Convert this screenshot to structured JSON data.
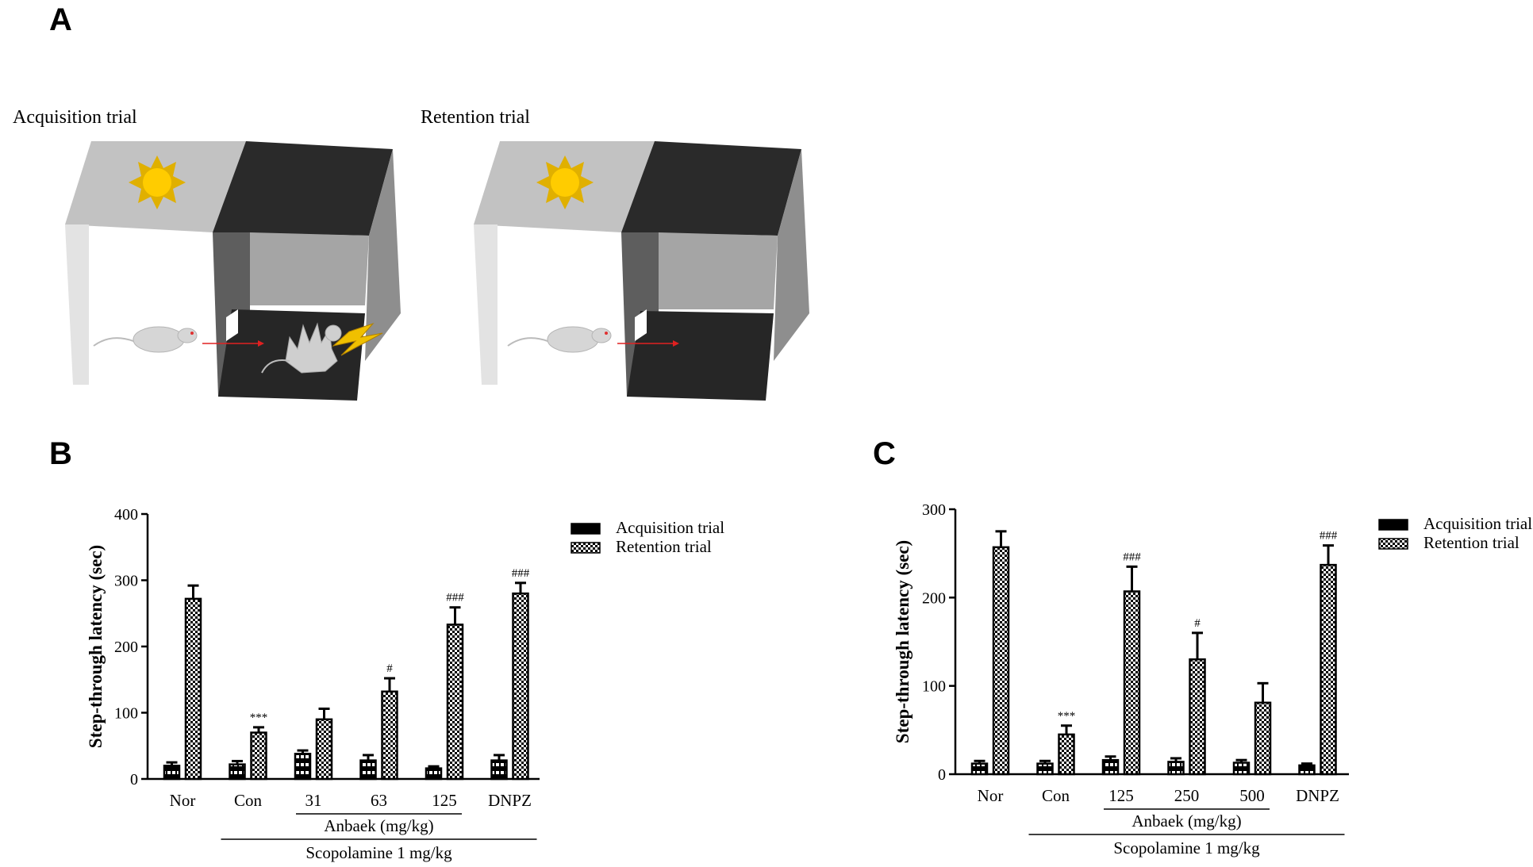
{
  "panels": {
    "A": "A",
    "B": "B",
    "C": "C"
  },
  "diagram": {
    "acquisition_label": "Acquisition trial",
    "retention_label": "Retention trial"
  },
  "colors": {
    "bar": "#000000",
    "box_light": "#c6c6c6",
    "box_dark": "#2b2b2b",
    "sun": "#f5c400",
    "arrow": "#e02020"
  },
  "chart_data": [
    {
      "type": "bar",
      "panel": "B",
      "ylabel": "Step-through latency (sec)",
      "ylim": [
        0,
        400
      ],
      "yticks": [
        0,
        100,
        200,
        300,
        400
      ],
      "categories": [
        "Nor",
        "Con",
        "31",
        "63",
        "125",
        "DNPZ"
      ],
      "series": [
        {
          "name": "Acquisition trial",
          "values": [
            20,
            22,
            38,
            28,
            16,
            28
          ],
          "errors": [
            5,
            5,
            5,
            8,
            3,
            8
          ]
        },
        {
          "name": "Retention trial",
          "values": [
            272,
            70,
            90,
            132,
            233,
            280
          ],
          "errors": [
            20,
            8,
            16,
            20,
            26,
            16
          ]
        }
      ],
      "annotations": [
        "",
        "***",
        "",
        "#",
        "###",
        "###"
      ],
      "group_labels": {
        "dose": "Anbaek (mg/kg)",
        "treatment": "Scopolamine 1 mg/kg"
      },
      "legend": "top-right"
    },
    {
      "type": "bar",
      "panel": "C",
      "ylabel": "Step-through latency (sec)",
      "ylim": [
        0,
        300
      ],
      "yticks": [
        0,
        100,
        200,
        300
      ],
      "categories": [
        "Nor",
        "Con",
        "125",
        "250",
        "500",
        "DNPZ"
      ],
      "series": [
        {
          "name": "Acquisition trial",
          "values": [
            12,
            12,
            16,
            14,
            13,
            10
          ],
          "errors": [
            3,
            3,
            4,
            4,
            3,
            2
          ]
        },
        {
          "name": "Retention trial",
          "values": [
            257,
            45,
            207,
            130,
            81,
            237
          ],
          "errors": [
            18,
            10,
            28,
            30,
            22,
            22
          ]
        }
      ],
      "annotations": [
        "",
        "***",
        "###",
        "#",
        "",
        "###"
      ],
      "group_labels": {
        "dose": "Anbaek (mg/kg)",
        "treatment": "Scopolamine 1 mg/kg"
      },
      "legend": "top-right"
    }
  ]
}
